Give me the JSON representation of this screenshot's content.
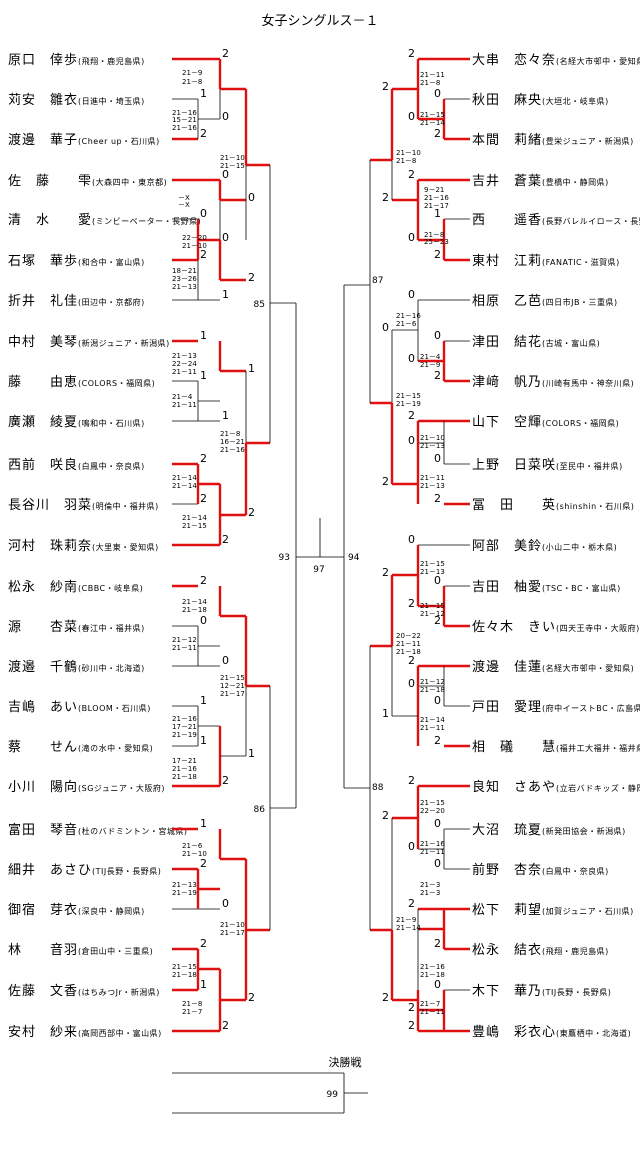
{
  "title": "女子シングルス－１",
  "final_label": "決勝戦",
  "left_players": [
    {
      "name": "原口　倖歩",
      "team": "(飛翔・鹿児島県)"
    },
    {
      "name": "苅安　雛衣",
      "team": "(日進中・埼玉県)"
    },
    {
      "name": "渡邊　華子",
      "team": "(Cheer up・石川県)"
    },
    {
      "name": "佐　藤　　雫",
      "team": "(大森四中・東京都)"
    },
    {
      "name": "清　水　　愛",
      "team": "(ミンビーベーター・長野県)"
    },
    {
      "name": "石塚　華歩",
      "team": "(和合中・富山県)"
    },
    {
      "name": "折井　礼佳",
      "team": "(田辺中・京都府)"
    },
    {
      "name": "中村　美琴",
      "team": "(新潟ジュニア・新潟県)"
    },
    {
      "name": "藤　　由恵",
      "team": "(COLORS・福岡県)"
    },
    {
      "name": "廣瀬　綾夏",
      "team": "(鳴和中・石川県)"
    },
    {
      "name": "西前　咲良",
      "team": "(白鳳中・奈良県)"
    },
    {
      "name": "長谷川　羽菜",
      "team": "(明倫中・福井県)"
    },
    {
      "name": "河村　珠莉奈",
      "team": "(大里東・愛知県)"
    },
    {
      "name": "松永　紗南",
      "team": "(CBBC・岐阜県)"
    },
    {
      "name": "源　　杏菜",
      "team": "(春江中・福井県)"
    },
    {
      "name": "渡邉　千鶴",
      "team": "(砂川中・北海道)"
    },
    {
      "name": "吉嶋　あい",
      "team": "(BLOOM・石川県)"
    },
    {
      "name": "蔡　　せん",
      "team": "(滝の水中・愛知県)"
    },
    {
      "name": "小川　陽向",
      "team": "(SGジュニア・大阪府)"
    },
    {
      "name": "富田　琴音",
      "team": "(杜のバドミントン・宮城県)"
    },
    {
      "name": "細井　あさひ",
      "team": "(TIJ長野・長野県)"
    },
    {
      "name": "御宿　芽衣",
      "team": "(深良中・静岡県)"
    },
    {
      "name": "林　　音羽",
      "team": "(倉田山中・三重県)"
    },
    {
      "name": "佐藤　文香",
      "team": "(はちみつJr・新潟県)"
    },
    {
      "name": "安村　紗来",
      "team": "(高岡西部中・富山県)"
    }
  ],
  "right_players": [
    {
      "name": "大串　恋々奈",
      "team": "(名経大市邨中・愛知県)"
    },
    {
      "name": "秋田　麻央",
      "team": "(大垣北・岐阜県)"
    },
    {
      "name": "本間　莉緒",
      "team": "(豊栄ジュニア・新潟県)"
    },
    {
      "name": "吉井　蒼葉",
      "team": "(豊橋中・静岡県)"
    },
    {
      "name": "西　　遥香",
      "team": "(長野バレルイロース・長野県)"
    },
    {
      "name": "東村　江莉",
      "team": "(FANATIC・滋賀県)"
    },
    {
      "name": "相原　乙芭",
      "team": "(四日市JB・三重県)"
    },
    {
      "name": "津田　結花",
      "team": "(古城・富山県)"
    },
    {
      "name": "津﨑　帆乃",
      "team": "(川崎有馬中・神奈川県)"
    },
    {
      "name": "山下　空輝",
      "team": "(COLORS・福岡県)"
    },
    {
      "name": "上野　日菜咲",
      "team": "(至民中・福井県)"
    },
    {
      "name": "冨　田　　英",
      "team": "(shinshin・石川県)"
    },
    {
      "name": "阿部　美鈴",
      "team": "(小山二中・栃木県)"
    },
    {
      "name": "吉田　柚愛",
      "team": "(TSC・BC・富山県)"
    },
    {
      "name": "佐々木　きい",
      "team": "(四天王寺中・大阪府)"
    },
    {
      "name": "渡邊　佳蓮",
      "team": "(名経大市邨中・愛知県)"
    },
    {
      "name": "戸田　愛理",
      "team": "(府中イーストBC・広島県)"
    },
    {
      "name": "相　礒　　慧",
      "team": "(福井工大福井・福井県)"
    },
    {
      "name": "良知　さあや",
      "team": "(立岩バドキッズ・静岡県)"
    },
    {
      "name": "大沼　琉夏",
      "team": "(新発田協会・新潟県)"
    },
    {
      "name": "前野　杏奈",
      "team": "(白鳳中・奈良県)"
    },
    {
      "name": "松下　莉望",
      "team": "(加賀ジュニア・石川県)"
    },
    {
      "name": "松永　結衣",
      "team": "(飛翔・鹿児島県)"
    },
    {
      "name": "木下　華乃",
      "team": "(TIJ長野・長野県)"
    },
    {
      "name": "豊嶋　彩衣心",
      "team": "(東鷹栖中・北海道)"
    }
  ],
  "game_scores": [
    "21－9",
    "21－8",
    "21－16",
    "15－21",
    "21－16",
    "－X",
    "－X",
    "22－20",
    "21－10",
    "18－21",
    "23－26",
    "21－13",
    "21－10",
    "21－15",
    "21－13",
    "22－24",
    "21－11",
    "21－4",
    "21－11",
    "21－14",
    "21－14",
    "21－14",
    "21－15",
    "21－8",
    "16－21",
    "21－16",
    "21－14",
    "21－18",
    "21－12",
    "21－11",
    "21－16",
    "17－21",
    "21－19",
    "17－21",
    "21－16",
    "21－18",
    "21－6",
    "21－10",
    "21－13",
    "21－19",
    "21－15",
    "21－18",
    "21－8",
    "21－7",
    "21－15",
    "12－21",
    "21－17",
    "21－10",
    "21－17",
    "21－11",
    "21－8",
    "21－15",
    "21－14",
    "9－21",
    "21－16",
    "21－17",
    "21－8",
    "25－23",
    "21－10",
    "21－8",
    "21－16",
    "21－6",
    "21－4",
    "21－9",
    "21－10",
    "21－13",
    "21－11",
    "21－13",
    "21－15",
    "21－19",
    "21－15",
    "21－13",
    "21－15",
    "21－12",
    "21－12",
    "21－18",
    "21－14",
    "21－11",
    "20－22",
    "21－11",
    "21－18",
    "21－15",
    "22－20",
    "21－16",
    "21－11",
    "21－3",
    "21－3",
    "21－16",
    "21－18",
    "21－7",
    "21－11",
    "21－9",
    "21－14"
  ],
  "match_numbers": [
    "85",
    "86",
    "87",
    "88",
    "93",
    "94",
    "97",
    "99"
  ]
}
